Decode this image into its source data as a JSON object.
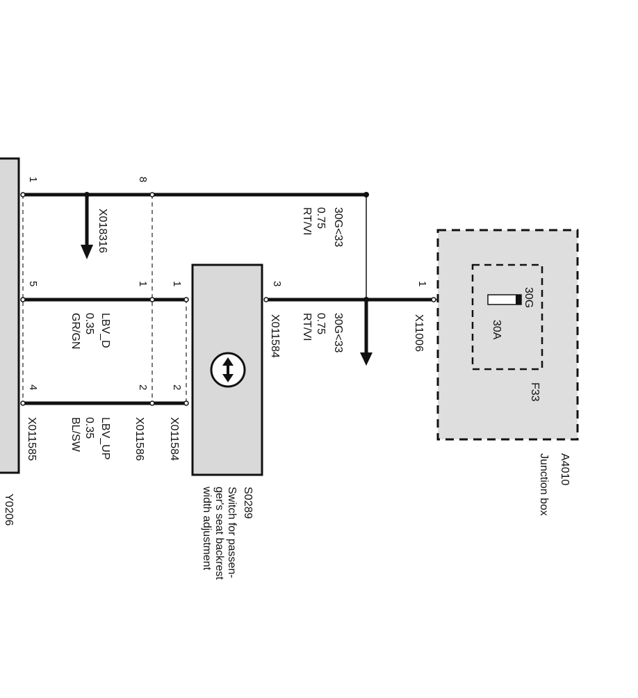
{
  "components": {
    "y0206": {
      "id": "Y0206"
    },
    "s0289": {
      "id": "S0289",
      "description": [
        "Switch for passen-",
        "ger's seat backrest",
        "width adjustment"
      ]
    },
    "a4010": {
      "id": "A4010",
      "description": "Junction box"
    },
    "fuse": {
      "id": "F33",
      "rating": "30A",
      "terminal": "30G"
    }
  },
  "connectors": {
    "x018316": "X018316",
    "x011585": "X011585",
    "x011586": "X011586",
    "x011584_a": "X011584",
    "x011584_b": "X011584",
    "x11006": "X11006"
  },
  "pins": {
    "y_top": "1",
    "y_mid": "5",
    "y_bot": "4",
    "x11586_top": "8",
    "x11586_mid": "1",
    "x11586_bot": "2",
    "s_mid": "1",
    "s_bot": "2",
    "s_pin3": "3",
    "jb_pin1": "1"
  },
  "wires": {
    "w_top_right": {
      "signal": "30G<33",
      "size": "0.75",
      "color": "RT/VI"
    },
    "w_mid_right": {
      "signal": "30G<33",
      "size": "0.75",
      "color": "RT/VI"
    },
    "w_mid_left": {
      "signal": "LBV_D",
      "size": "0.35",
      "color": "GR/GN"
    },
    "w_bot_left": {
      "signal": "LBV_UP",
      "size": "0.35",
      "color": "BL/SW"
    }
  },
  "colors": {
    "ink": "#111111",
    "component_fill": "#d9d9d9",
    "junction_fill": "#dedede",
    "background": "#ffffff"
  },
  "icons": {
    "switch_symbol": "up-down-arrows-icon"
  }
}
